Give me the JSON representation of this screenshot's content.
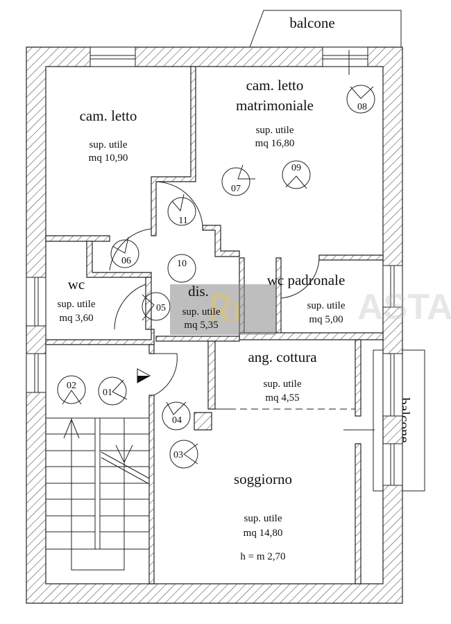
{
  "balconies": {
    "top": "balcone",
    "right": "balcone"
  },
  "rooms": [
    {
      "id": "cam-letto",
      "name": [
        "cam. letto"
      ],
      "sup_label": "sup. utile",
      "area": "mq 10,90"
    },
    {
      "id": "cam-letto-matrimoniale",
      "name": [
        "cam. letto",
        "matrimoniale"
      ],
      "sup_label": "sup. utile",
      "area": "mq 16,80"
    },
    {
      "id": "wc",
      "name": [
        "wc"
      ],
      "sup_label": "sup. utile",
      "area": "mq 3,60"
    },
    {
      "id": "dis",
      "name": [
        "dis."
      ],
      "sup_label": "sup. utile",
      "area": "mq 5,35"
    },
    {
      "id": "wc-padronale",
      "name": [
        "wc padronale"
      ],
      "sup_label": "sup. utile",
      "area": "mq 5,00"
    },
    {
      "id": "ang-cottura",
      "name": [
        "ang. cottura"
      ],
      "sup_label": "sup. utile",
      "area": "mq 4,55"
    },
    {
      "id": "soggiorno",
      "name": [
        "soggiorno"
      ],
      "sup_label": "sup. utile",
      "area": "mq 14,80",
      "height": "h = m 2,70"
    }
  ],
  "photo_points": [
    "01",
    "02",
    "03",
    "04",
    "05",
    "06",
    "07",
    "08",
    "09",
    "10",
    "11"
  ],
  "watermarks": {
    "left": "Ri",
    "right": "ASTA"
  }
}
